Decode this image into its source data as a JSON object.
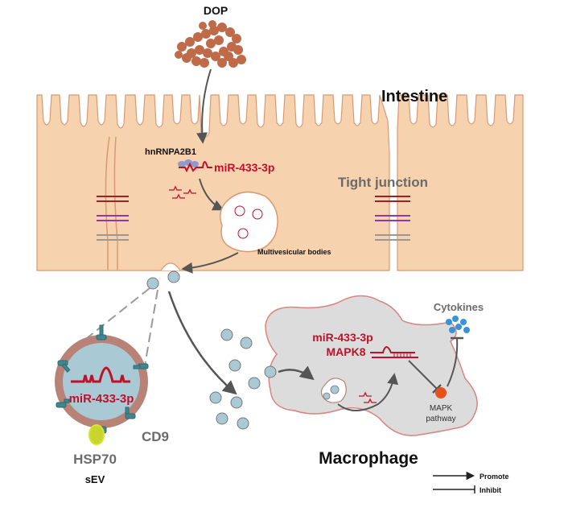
{
  "labels": {
    "dop": "DOP",
    "intestine": "Intestine",
    "hnrnpa2b1": "hnRNPA2B1",
    "mir_intestine": "miR-433-3p",
    "tight_junction": "Tight junction",
    "mvb": "Multivesicular bodies",
    "cytokines": "Cytokines",
    "mir_macro": "miR-433-3p",
    "mapk8": "MAPK8",
    "mapk_pathway_line1": "MAPK",
    "mapk_pathway_line2": "pathway",
    "mir_sev": "miR-433-3p",
    "cd9": "CD9",
    "hsp70": "HSP70",
    "sev": "sEV",
    "macrophage": "Macrophage",
    "promote": "Promote",
    "inhibit": "Inhibit"
  },
  "colors": {
    "tissue": "#f7d2ae",
    "tissue_outline": "#d79a72",
    "dop_particles": "#bf6b49",
    "mirna_red": "#c0102a",
    "macrophage_fill": "#dcdcdc",
    "macrophage_outline": "#d98380",
    "cytokine_blue": "#3a93d8",
    "mapk_dot": "#e8501c",
    "vesicle_fill": "#a9c9d4",
    "vesicle_membrane": "#b98276",
    "receptor_teal": "#3e8790",
    "hsp70_yellow": "#d6e32c"
  }
}
